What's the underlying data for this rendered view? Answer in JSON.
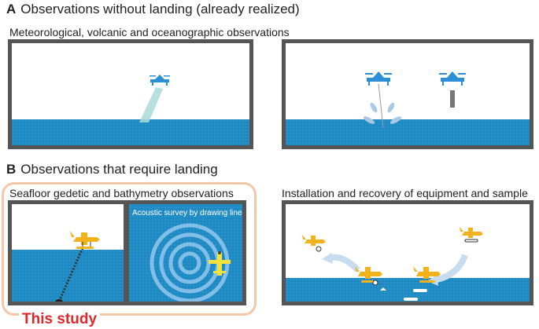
{
  "section_a": {
    "letter": "A",
    "title": "Observations without landing (already realized)"
  },
  "section_a_subtitle": "Meteorological, volcanic and oceanographic observations",
  "section_b": {
    "letter": "B",
    "title": "Observations that require landing"
  },
  "section_b_left_subtitle": "Seafloor gedetic and bathymetry observations",
  "section_b_right_subtitle": "Installation and recovery of equipment and sample",
  "acoustic_caption": "Acoustic survey by drawing lines",
  "this_study_label": "This study",
  "colors": {
    "sea": "#1e8ac4",
    "frame": "#555555",
    "drone": "#2a8fd6",
    "seaplane": "#f2b21c",
    "study_frame": "#f2c8a8",
    "study_text": "#e0282c",
    "arrow": "#c8dcf0"
  }
}
